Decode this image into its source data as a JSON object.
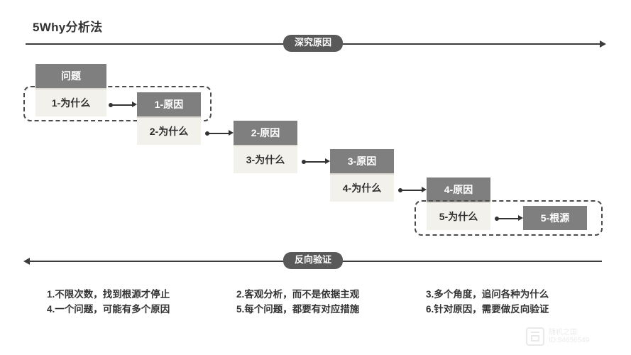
{
  "title": "5Why分析法",
  "axes": {
    "top": {
      "label": "深究原因",
      "direction": "right"
    },
    "bottom": {
      "label": "反向验证",
      "direction": "left"
    }
  },
  "problem_box": {
    "label": "问题"
  },
  "steps": [
    {
      "why": "1-为什么",
      "cause": "1-原因"
    },
    {
      "why": "2-为什么",
      "cause": "2-原因"
    },
    {
      "why": "3-为什么",
      "cause": "3-原因"
    },
    {
      "why": "4-为什么",
      "cause": "4-原因"
    },
    {
      "why": "5-为什么",
      "cause": "5-根源"
    }
  ],
  "principles": {
    "col1": [
      "1.不限次数，找到根源才停止",
      "4.一个问题，可能有多个原因"
    ],
    "col2": [
      "2.客观分析，而不是依据主观",
      "5.每个问题，都要有对应措施"
    ],
    "col3": [
      "3.多个角度，追问各种为什么",
      "6.针对原因，需要做反向验证"
    ]
  },
  "watermark": {
    "name": "随机之国",
    "id": "ID:84656549"
  },
  "colors": {
    "dark_box": "#7f7f7f",
    "light_box": "#f2f1ec",
    "pill": "#595959",
    "axis": "#3c3c3c",
    "text_dark": "#333333"
  }
}
